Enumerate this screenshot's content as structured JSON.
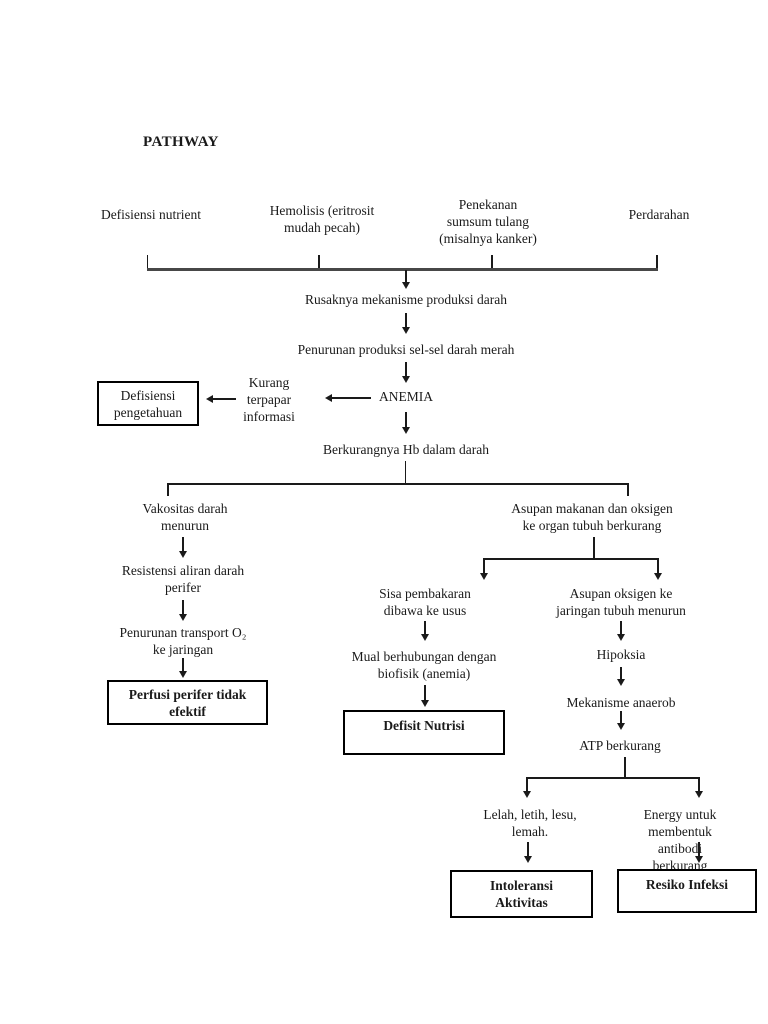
{
  "title": "PATHWAY",
  "colors": {
    "background": "#ffffff",
    "ink": "#1a1a1a",
    "bracket_line": "#474747",
    "box_border": "#000000"
  },
  "nodes": {
    "defisiensi_nutrient": "Defisiensi nutrient",
    "hemolisis": "Hemolisis (eritrosit\nmudah pecah)",
    "penekanan": "Penekanan\nsumsum tulang\n(misalnya kanker)",
    "perdarahan": "Perdarahan",
    "rusaknya": "Rusaknya mekanisme produksi darah",
    "penurunan_produksi": "Penurunan produksi sel-sel darah merah",
    "anemia": "ANEMIA",
    "kurang_terpapar": "Kurang\nterpapar\ninformasi",
    "defisiensi_pengetahuan": "Defisiensi\npengetahuan",
    "berkurangnya_hb": "Berkurangnya Hb dalam darah",
    "vakositas": "Vakositas darah\nmenurun",
    "resistensi": "Resistensi aliran darah\nperifer",
    "penurunan_transport": "Penurunan transport O₂\nke jaringan",
    "perfusi": "Perfusi perifer tidak\nefektif",
    "asupan_makanan": "Asupan makanan dan oksigen\nke organ tubuh berkurang",
    "sisa_pembakaran": "Sisa pembakaran\ndibawa ke usus",
    "mual": "Mual berhubungan dengan\nbiofisik (anemia)",
    "defisit_nutrisi": "Defisit Nutrisi",
    "asupan_oksigen": "Asupan oksigen ke\njaringan tubuh menurun",
    "hipoksia": "Hipoksia",
    "mekanisme_anaerob": "Mekanisme anaerob",
    "atp_berkurang": "ATP berkurang",
    "lelah": "Lelah, letih, lesu,\nlemah.",
    "intoleransi": "Intoleransi\nAktivitas",
    "energy": "Energy untuk membentuk\nantibodi berkurang",
    "resiko_infeksi": "Resiko Infeksi"
  },
  "edges": [
    {
      "from": "defisiensi_nutrient",
      "to": "rusaknya"
    },
    {
      "from": "hemolisis",
      "to": "rusaknya"
    },
    {
      "from": "penekanan",
      "to": "rusaknya"
    },
    {
      "from": "perdarahan",
      "to": "rusaknya"
    },
    {
      "from": "rusaknya",
      "to": "penurunan_produksi"
    },
    {
      "from": "penurunan_produksi",
      "to": "anemia"
    },
    {
      "from": "anemia",
      "to": "kurang_terpapar"
    },
    {
      "from": "kurang_terpapar",
      "to": "defisiensi_pengetahuan"
    },
    {
      "from": "anemia",
      "to": "berkurangnya_hb"
    },
    {
      "from": "berkurangnya_hb",
      "to": "vakositas"
    },
    {
      "from": "berkurangnya_hb",
      "to": "asupan_makanan"
    },
    {
      "from": "vakositas",
      "to": "resistensi"
    },
    {
      "from": "resistensi",
      "to": "penurunan_transport"
    },
    {
      "from": "penurunan_transport",
      "to": "perfusi"
    },
    {
      "from": "asupan_makanan",
      "to": "sisa_pembakaran"
    },
    {
      "from": "asupan_makanan",
      "to": "asupan_oksigen"
    },
    {
      "from": "sisa_pembakaran",
      "to": "mual"
    },
    {
      "from": "mual",
      "to": "defisit_nutrisi"
    },
    {
      "from": "asupan_oksigen",
      "to": "hipoksia"
    },
    {
      "from": "hipoksia",
      "to": "mekanisme_anaerob"
    },
    {
      "from": "mekanisme_anaerob",
      "to": "atp_berkurang"
    },
    {
      "from": "atp_berkurang",
      "to": "lelah"
    },
    {
      "from": "atp_berkurang",
      "to": "energy"
    },
    {
      "from": "lelah",
      "to": "intoleransi"
    },
    {
      "from": "energy",
      "to": "resiko_infeksi"
    }
  ]
}
